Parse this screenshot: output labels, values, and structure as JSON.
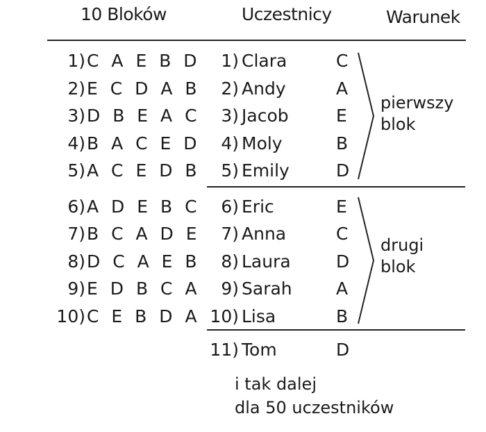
{
  "headers": {
    "blocks": "10 Bloków",
    "participants": "Uczestnicy",
    "condition": "Warunek"
  },
  "blocks": [
    {
      "num": "1)",
      "seq": "C A E B D"
    },
    {
      "num": "2)",
      "seq": "E C D A B"
    },
    {
      "num": "3)",
      "seq": "D B E A C"
    },
    {
      "num": "4)",
      "seq": "B A C E D"
    },
    {
      "num": "5)",
      "seq": "A C E D B"
    },
    {
      "num": "6)",
      "seq": "A D E B C"
    },
    {
      "num": "7)",
      "seq": "B C A D E"
    },
    {
      "num": "8)",
      "seq": "D C A E B"
    },
    {
      "num": "9)",
      "seq": "E D B C A"
    },
    {
      "num": "10)",
      "seq": "C E B D A"
    }
  ],
  "participants": [
    {
      "num": "1)",
      "name": "Clara",
      "cond": "C"
    },
    {
      "num": "2)",
      "name": "Andy",
      "cond": "A"
    },
    {
      "num": "3)",
      "name": "Jacob",
      "cond": "E"
    },
    {
      "num": "4)",
      "name": "Moly",
      "cond": "B"
    },
    {
      "num": "5)",
      "name": "Emily",
      "cond": "D"
    },
    {
      "num": "6)",
      "name": "Eric",
      "cond": "E"
    },
    {
      "num": "7)",
      "name": "Anna",
      "cond": "C"
    },
    {
      "num": "8)",
      "name": "Laura",
      "cond": "D"
    },
    {
      "num": "9)",
      "name": "Sarah",
      "cond": "A"
    },
    {
      "num": "10)",
      "name": "Lisa",
      "cond": "B"
    },
    {
      "num": "11)",
      "name": "Tom",
      "cond": "D"
    }
  ],
  "groups": {
    "first": {
      "line1": "pierwszy",
      "line2": "blok"
    },
    "second": {
      "line1": "drugi",
      "line2": "blok"
    }
  },
  "note": {
    "line1": "i tak dalej",
    "line2": "dla 50 uczestników"
  }
}
